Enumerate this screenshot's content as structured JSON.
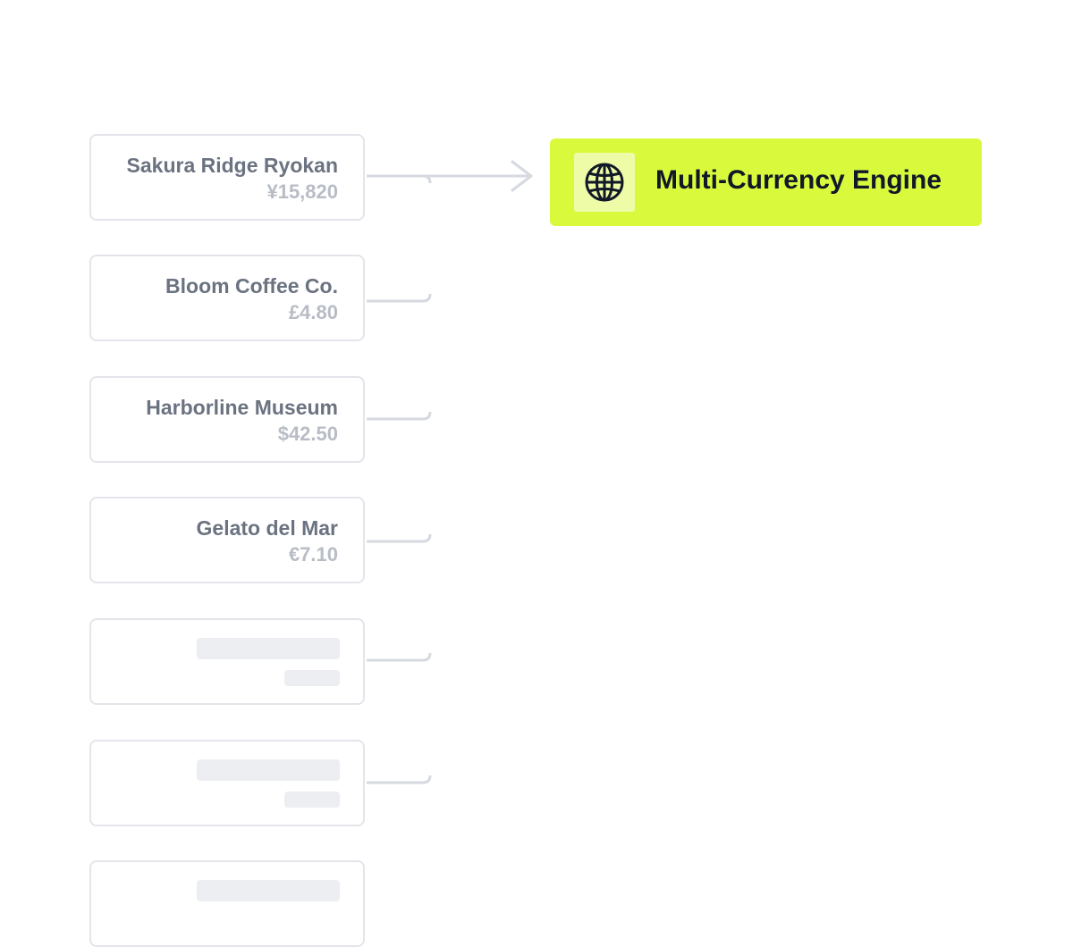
{
  "sources": [
    {
      "name": "Sakura Ridge Ryokan",
      "amount": "¥15,820"
    },
    {
      "name": "Bloom Coffee Co.",
      "amount": "£4.80"
    },
    {
      "name": "Harborline Museum",
      "amount": "$42.50"
    },
    {
      "name": "Gelato del Mar",
      "amount": "€7.10"
    }
  ],
  "placeholder_count": 3,
  "engine": {
    "label": "Multi-Currency Engine",
    "icon": "globe-icon",
    "color": "#d9fa3c"
  },
  "colors": {
    "connector": "#d6d9df",
    "card_border": "#e3e5ea",
    "name_text": "#6b7280",
    "amount_text": "#b8bcc5"
  }
}
